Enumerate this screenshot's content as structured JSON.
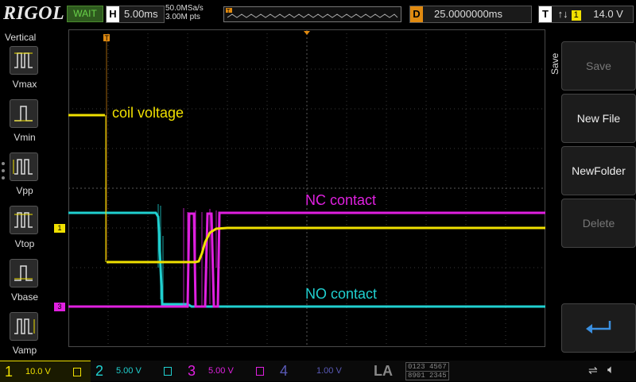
{
  "brand": "RIGOL",
  "status": "WAIT",
  "horizontal": {
    "key": "H",
    "timebase": "5.00ms"
  },
  "acquisition": {
    "sample_rate": "50.0MSa/s",
    "points": "3.00M pts"
  },
  "delay": {
    "key": "D",
    "value": "25.0000000ms"
  },
  "trigger": {
    "key": "T",
    "source": "1",
    "level": "14.0 V"
  },
  "left_panel": {
    "title": "Vertical",
    "items": [
      {
        "label": "Vmax"
      },
      {
        "label": "Vmin"
      },
      {
        "label": "Vpp"
      },
      {
        "label": "Vtop"
      },
      {
        "label": "Vbase"
      },
      {
        "label": "Vamp"
      }
    ]
  },
  "right_panel": {
    "title": "Save",
    "buttons": [
      {
        "label": "Save",
        "enabled": false
      },
      {
        "label": "New File",
        "enabled": true
      },
      {
        "label": "NewFolder",
        "enabled": true
      },
      {
        "label": "Delete",
        "enabled": false
      },
      {
        "label": "",
        "icon": "return-arrow-icon",
        "enabled": true
      }
    ]
  },
  "waveform_labels": {
    "coil": "coil voltage",
    "nc": "NC contact",
    "no": "NO contact"
  },
  "channels": [
    {
      "num": "1",
      "scale": "10.0 V",
      "color": "#f0e000"
    },
    {
      "num": "2",
      "scale": "5.00 V",
      "color": "#20d0d0"
    },
    {
      "num": "3",
      "scale": "5.00 V",
      "color": "#e020e0"
    },
    {
      "num": "4",
      "scale": "1.00 V",
      "color": "#5a5ab8"
    }
  ],
  "la": {
    "label": "LA",
    "digits_top": "0123 4567",
    "digits_bottom": "8901 2345"
  },
  "markers": {
    "ch1": "1",
    "ch3": "3",
    "trigger": "T"
  }
}
